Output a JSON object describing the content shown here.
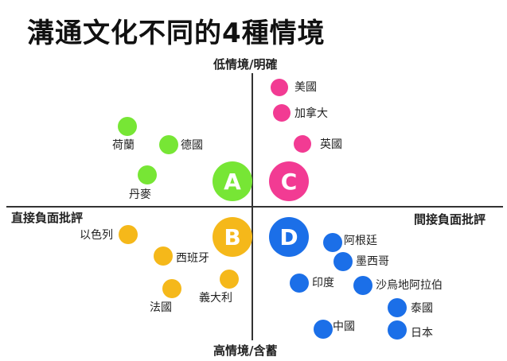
{
  "title": "溝通文化不同的4種情境",
  "axes": {
    "top": "低情境/明確",
    "bottom": "高情境/含蓄",
    "left": "直接負面批評",
    "right": "間接負面批評"
  },
  "colors": {
    "A": "#77e635",
    "B": "#f5b81a",
    "C": "#f23b93",
    "D": "#1b6fe8"
  },
  "quadrants": [
    {
      "letter": "A",
      "color": "#77e635"
    },
    {
      "letter": "C",
      "color": "#f23b93"
    },
    {
      "letter": "B",
      "color": "#f5b81a"
    },
    {
      "letter": "D",
      "color": "#1b6fe8"
    }
  ],
  "countries": [
    {
      "label": "美國",
      "group": "C"
    },
    {
      "label": "加拿大",
      "group": "C"
    },
    {
      "label": "英國",
      "group": "C"
    },
    {
      "label": "荷蘭",
      "group": "A"
    },
    {
      "label": "德國",
      "group": "A"
    },
    {
      "label": "丹麥",
      "group": "A"
    },
    {
      "label": "以色列",
      "group": "B"
    },
    {
      "label": "西班牙",
      "group": "B"
    },
    {
      "label": "義大利",
      "group": "B"
    },
    {
      "label": "法國",
      "group": "B"
    },
    {
      "label": "阿根廷",
      "group": "D"
    },
    {
      "label": "墨西哥",
      "group": "D"
    },
    {
      "label": "印度",
      "group": "D"
    },
    {
      "label": "沙烏地阿拉伯",
      "group": "D"
    },
    {
      "label": "泰國",
      "group": "D"
    },
    {
      "label": "中國",
      "group": "D"
    },
    {
      "label": "日本",
      "group": "D"
    }
  ]
}
